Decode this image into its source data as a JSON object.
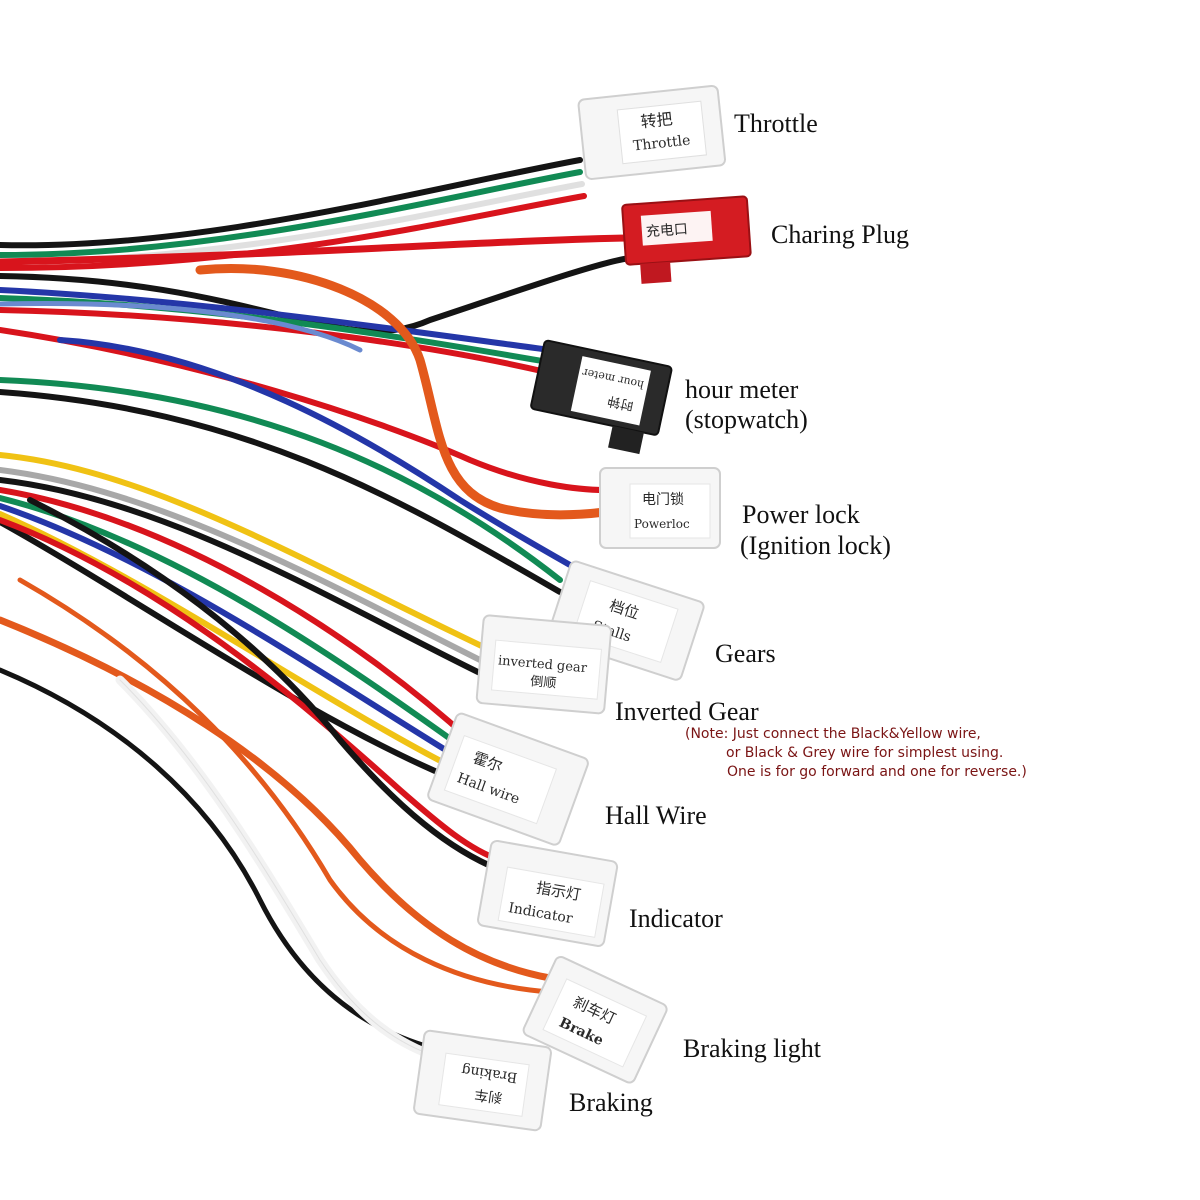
{
  "labels": {
    "throttle": "Throttle",
    "charging_plug": "Charing Plug",
    "hour_meter_line1": "hour meter",
    "hour_meter_line2": "(stopwatch)",
    "power_lock_line1": "Power lock",
    "power_lock_line2": "(Ignition lock)",
    "gears": "Gears",
    "inverted_gear": "Inverted Gear",
    "hall_wire": "Hall Wire",
    "indicator": "Indicator",
    "braking_light": "Braking light",
    "braking": "Braking"
  },
  "note": {
    "line1": "(Note: Just connect the Black&Yellow wire,",
    "line2": "or Black & Grey wire for simplest using.",
    "line3": "One is for go forward and one for reverse.)"
  },
  "connector_tags": {
    "throttle_cn": "转把",
    "throttle_en": "Throttle",
    "charging_cn": "充电口",
    "hour_meter_cn": "时钟",
    "hour_meter_en": "hour meter",
    "power_lock_cn": "电门锁",
    "power_lock_en": "Powerloc",
    "gears_cn": "档位",
    "gears_en": "Stalls",
    "inverted_cn": "倒顺",
    "inverted_en": "inverted gear",
    "hall_cn": "霍尔",
    "hall_en": "Hall wire",
    "indicator_cn": "指示灯",
    "indicator_en": "Indicator",
    "brake_light_cn": "刹车灯",
    "brake_light_en": "Brake",
    "braking_cn": "刹车",
    "braking_en": "Braking"
  },
  "colors": {
    "red": "#d8141c",
    "black": "#141414",
    "green": "#118a54",
    "blue": "#2436a8",
    "orange": "#e3591c",
    "yellow": "#f0c214",
    "grey": "#a8a8a8",
    "white": "#f2f2f2",
    "note": "#7a1414",
    "connector": "#f4f4f4",
    "connector_red": "#d41c22",
    "connector_black": "#2a2a2a"
  }
}
